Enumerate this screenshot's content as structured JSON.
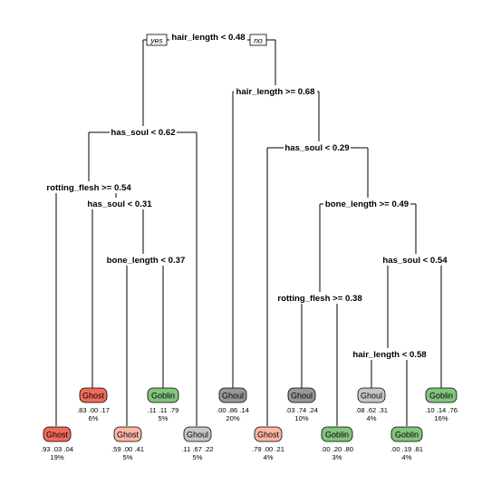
{
  "colors": {
    "ghost_dark": "#f16b5a",
    "ghost_light": "#fbb7a4",
    "ghoul_dark": "#979797",
    "ghoul_light": "#c6c6c6",
    "goblin": "#84c47d"
  },
  "root_labels": {
    "yes": "yes",
    "no": "no"
  },
  "splits": [
    {
      "id": "s1",
      "label": "hair_length < 0.48"
    },
    {
      "id": "s2",
      "label": "has_soul < 0.62"
    },
    {
      "id": "s3",
      "label": "rotting_flesh >= 0.54"
    },
    {
      "id": "s4",
      "label": "has_soul < 0.31"
    },
    {
      "id": "s5",
      "label": "bone_length < 0.37"
    },
    {
      "id": "s6",
      "label": "hair_length >= 0.68"
    },
    {
      "id": "s7",
      "label": "has_soul < 0.29"
    },
    {
      "id": "s8",
      "label": "bone_length >= 0.49"
    },
    {
      "id": "s9",
      "label": "rotting_flesh >= 0.38"
    },
    {
      "id": "s10",
      "label": "has_soul < 0.54"
    },
    {
      "id": "s11",
      "label": "hair_length < 0.58"
    }
  ],
  "leaves": [
    {
      "id": "l1",
      "label": "Ghost",
      "probs": ".93 .03 .04",
      "pct": "19%",
      "fill": "ghost_dark"
    },
    {
      "id": "l2",
      "label": "Ghost",
      "probs": ".83 .00 .17",
      "pct": "6%",
      "fill": "ghost_dark"
    },
    {
      "id": "l3",
      "label": "Ghost",
      "probs": ".59 .00 .41",
      "pct": "5%",
      "fill": "ghost_light"
    },
    {
      "id": "l4",
      "label": "Goblin",
      "probs": ".11 .11 .79",
      "pct": "5%",
      "fill": "goblin"
    },
    {
      "id": "l5",
      "label": "Ghoul",
      "probs": ".11 .67 .22",
      "pct": "5%",
      "fill": "ghoul_light"
    },
    {
      "id": "l6",
      "label": "Ghoul",
      "probs": ".00 .86 .14",
      "pct": "20%",
      "fill": "ghoul_dark"
    },
    {
      "id": "l7",
      "label": "Ghost",
      "probs": ".79 .00 .21",
      "pct": "4%",
      "fill": "ghost_light"
    },
    {
      "id": "l8",
      "label": "Ghoul",
      "probs": ".03 .74 .24",
      "pct": "10%",
      "fill": "ghoul_dark"
    },
    {
      "id": "l9",
      "label": "Goblin",
      "probs": ".00 .20 .80",
      "pct": "3%",
      "fill": "goblin"
    },
    {
      "id": "l10",
      "label": "Ghoul",
      "probs": ".08 .62 .31",
      "pct": "4%",
      "fill": "ghoul_light"
    },
    {
      "id": "l11",
      "label": "Goblin",
      "probs": ".00 .19 .81",
      "pct": "4%",
      "fill": "goblin"
    },
    {
      "id": "l12",
      "label": "Goblin",
      "probs": ".10 .14 .76",
      "pct": "16%",
      "fill": "goblin"
    }
  ]
}
